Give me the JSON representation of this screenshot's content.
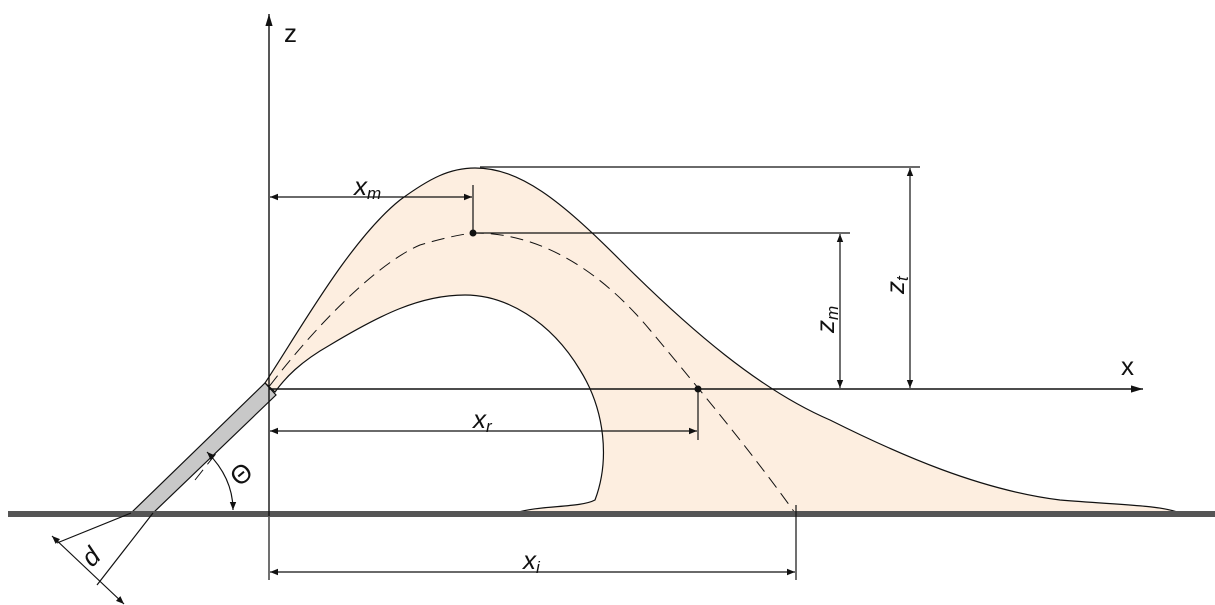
{
  "diagram": {
    "axis_z_label": "z",
    "axis_x_label": "x",
    "dim_xm": {
      "main": "x",
      "sub": "m"
    },
    "dim_zm": {
      "main": "z",
      "sub": "m"
    },
    "dim_zt": {
      "main": "z",
      "sub": "t"
    },
    "dim_xr": {
      "main": "x",
      "sub": "r"
    },
    "dim_xi": {
      "main": "x",
      "sub": "i"
    },
    "angle_label": "Θ",
    "diameter_label": "d",
    "colors": {
      "plume_fill": "#fdeee0",
      "ground": "#555555",
      "nozzle_fill": "#c8c8c8",
      "line": "#111111"
    }
  }
}
